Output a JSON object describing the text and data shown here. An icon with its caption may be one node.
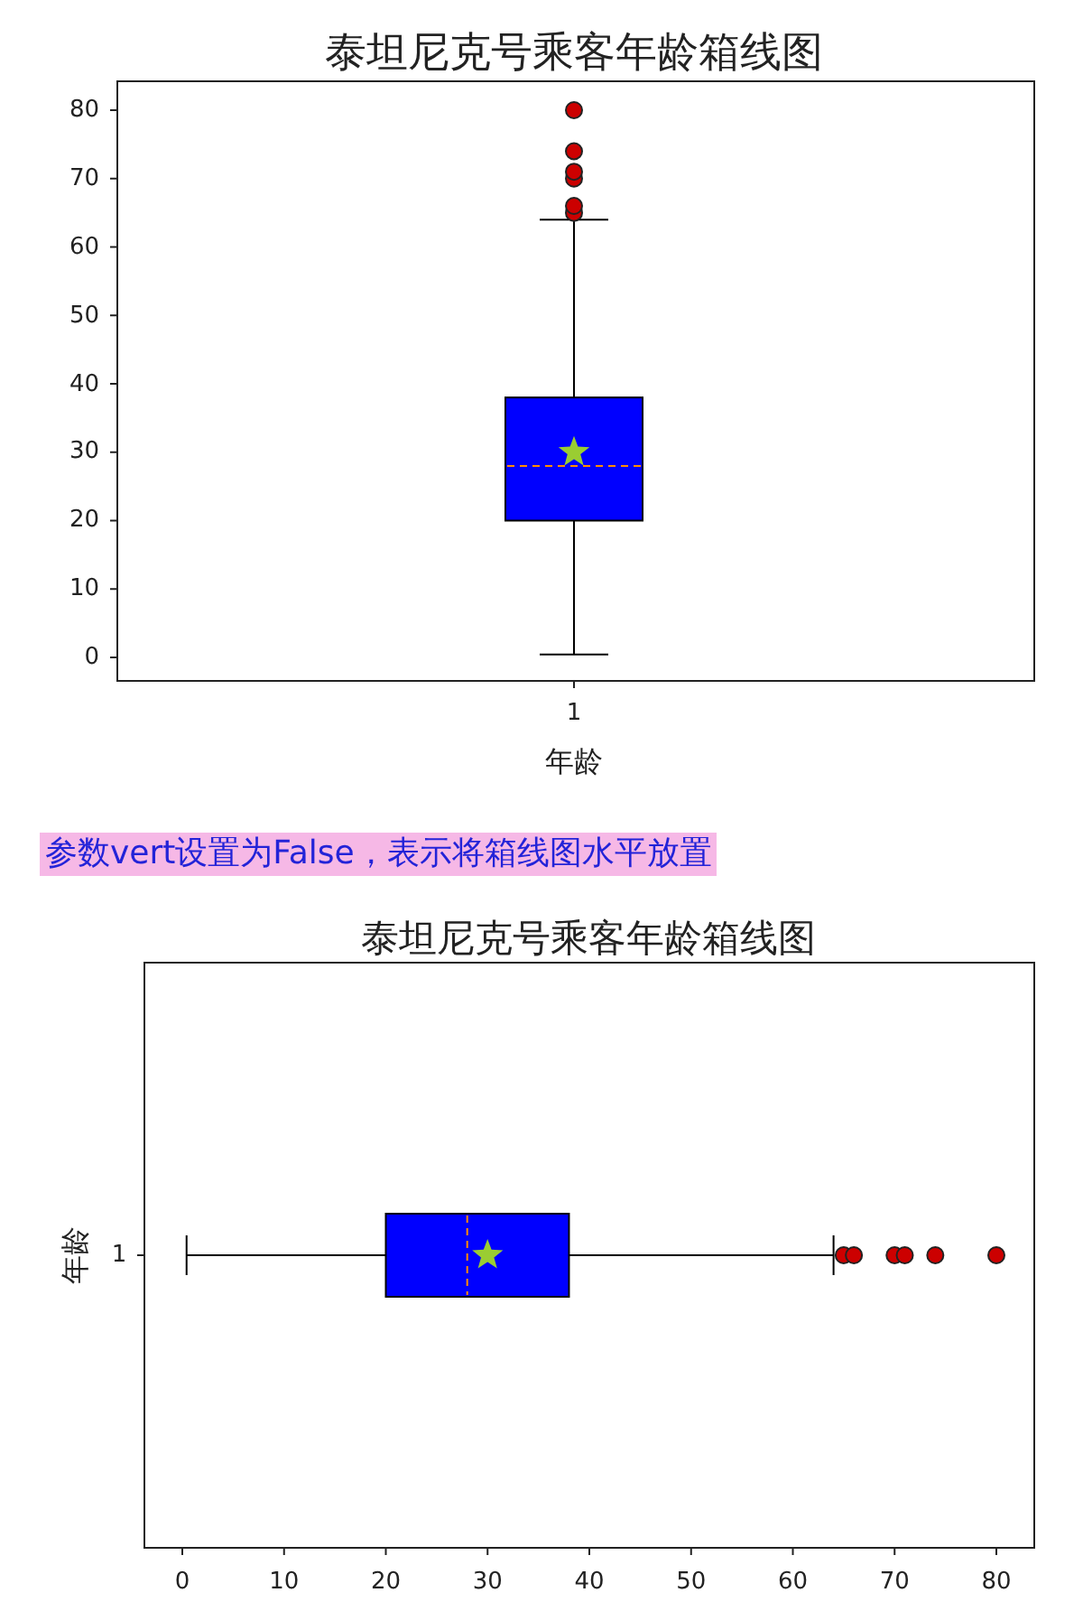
{
  "diagram": {
    "labels": [
      "泰坦尼克号乘客年龄箱线图",
      "0",
      "10",
      "20",
      "30",
      "40",
      "50",
      "60",
      "70",
      "80",
      "1",
      "年龄",
      "参数vert设置为False，表示将箱线图水平放置",
      "泰坦尼克号乘客年龄箱线图",
      "1",
      "年龄",
      "0",
      "10",
      "20",
      "30",
      "40",
      "50",
      "60",
      "70",
      "80"
    ]
  }
}
